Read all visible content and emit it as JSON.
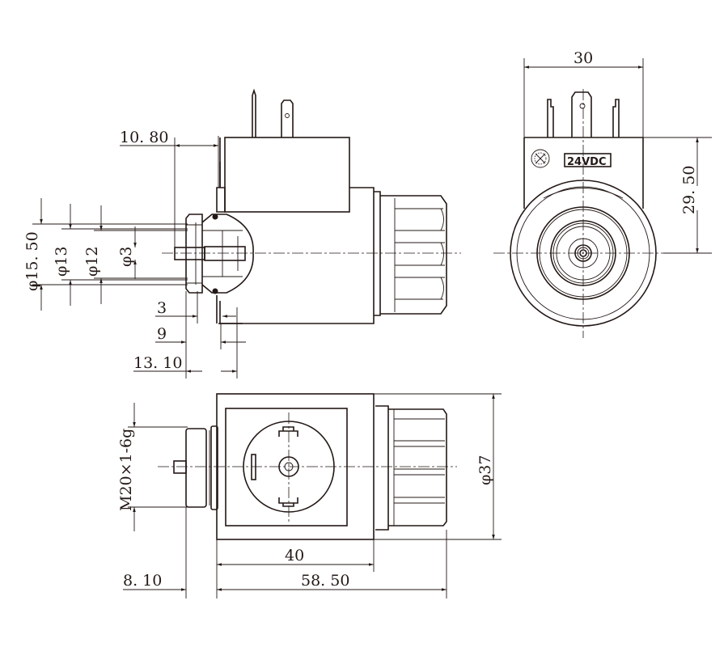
{
  "drawing": {
    "label_voltage": "24VDC",
    "colors": {
      "line": "#231815",
      "background": "#ffffff"
    },
    "side_view_dims": {
      "d1": "10. 80",
      "d_outer": "φ15. 50",
      "d_13": "φ13",
      "d_12": "φ12",
      "d_3": "φ3",
      "len_3": "3",
      "len_9": "9",
      "len_13": "13. 10"
    },
    "end_view_dims": {
      "width": "30",
      "height": "29. 50"
    },
    "top_view_dims": {
      "thread": "M20×1-6g",
      "diameter": "φ37",
      "body_len": "40",
      "total_len": "58. 50",
      "offset": "8. 10"
    }
  }
}
